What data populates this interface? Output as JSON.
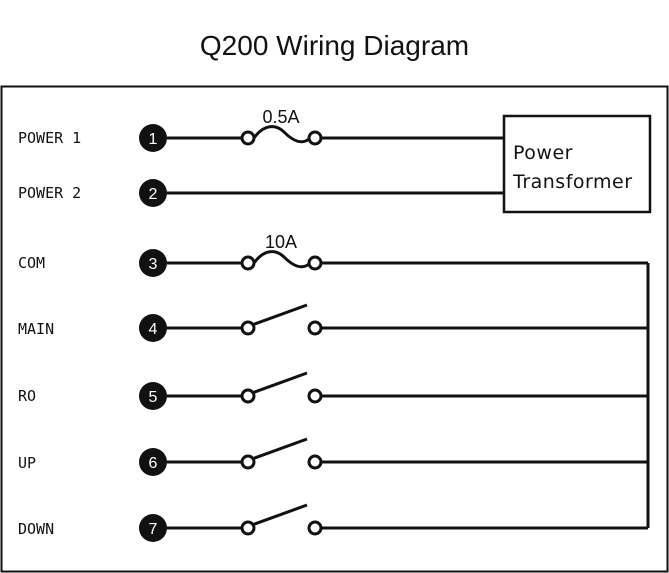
{
  "title": "Q200 Wiring Diagram",
  "terminals": [
    {
      "number": "1",
      "label": "POWER 1"
    },
    {
      "number": "2",
      "label": "POWER 2"
    },
    {
      "number": "3",
      "label": "COM"
    },
    {
      "number": "4",
      "label": "MAIN"
    },
    {
      "number": "5",
      "label": "RO"
    },
    {
      "number": "6",
      "label": "UP"
    },
    {
      "number": "7",
      "label": "DOWN"
    }
  ],
  "fuses": {
    "power": "0.5A",
    "com": "10A"
  },
  "transformer": {
    "line1": "Power",
    "line2": "Transformer"
  }
}
